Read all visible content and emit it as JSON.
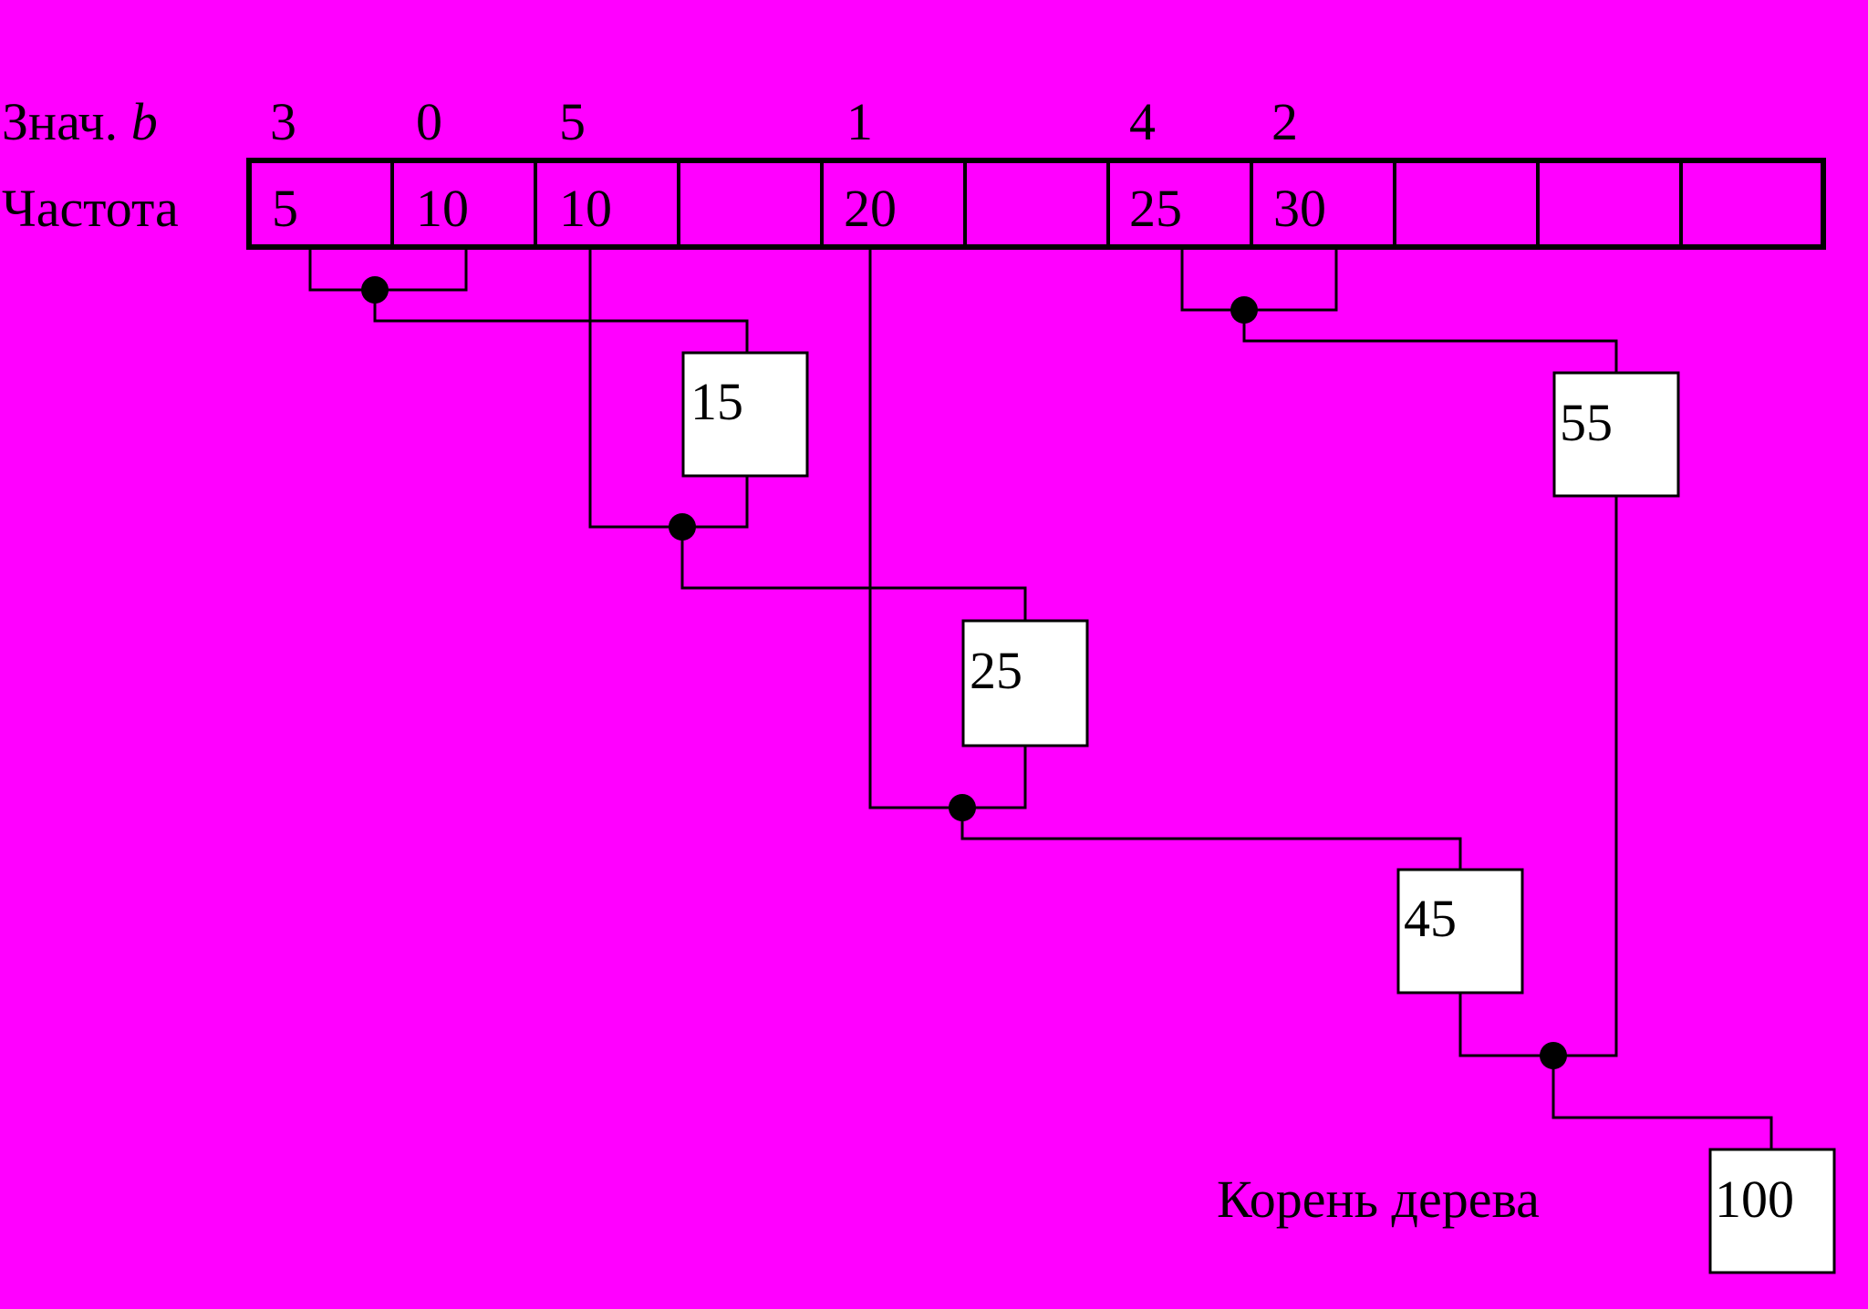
{
  "labels": {
    "values_label_word": "Знач.",
    "values_label_var": "b",
    "frequency_label": "Частота",
    "root_label": "Корень дерева"
  },
  "table": {
    "values": [
      "3",
      "0",
      "5",
      "",
      "1",
      "",
      "4",
      "2",
      "",
      "",
      ""
    ],
    "frequencies": [
      "5",
      "10",
      "10",
      "",
      "20",
      "",
      "25",
      "30",
      "",
      "",
      ""
    ]
  },
  "nodes": {
    "n15": "15",
    "n25": "25",
    "n45": "45",
    "n55": "55",
    "n100": "100"
  },
  "colors": {
    "background": "#ff00ff",
    "box_fill": "#ffffff",
    "stroke": "#000000"
  }
}
